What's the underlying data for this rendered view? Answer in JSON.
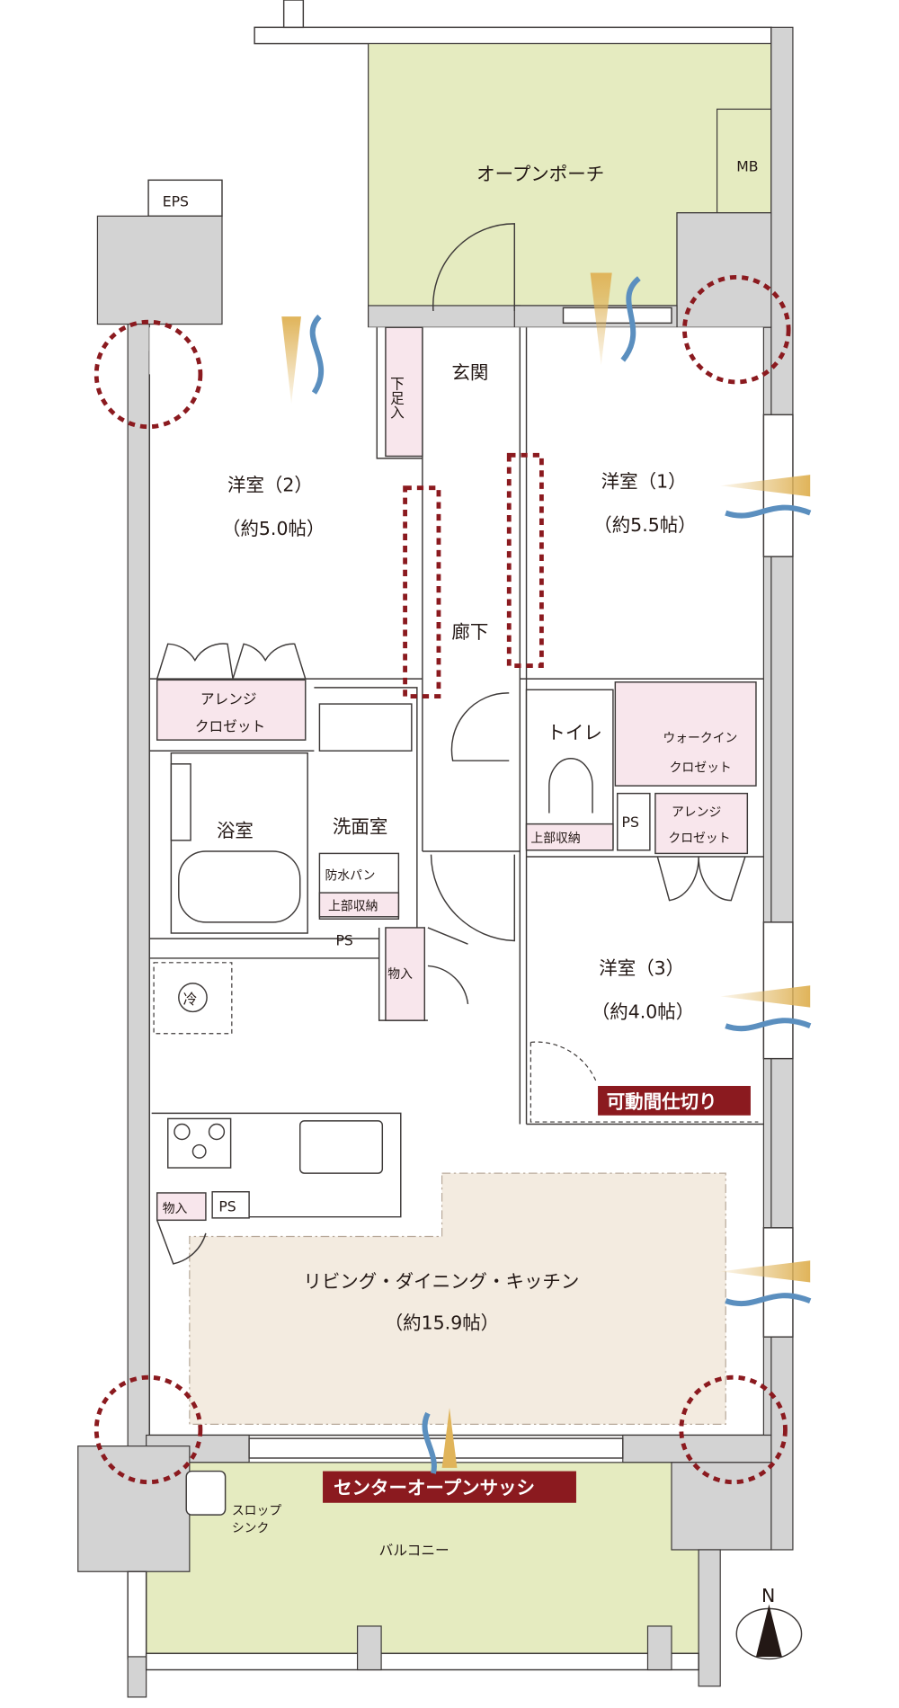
{
  "rooms": {
    "porch": "オープンポーチ",
    "mb": "MB",
    "eps": "EPS",
    "entrance": "玄関",
    "shoe_storage": "下足入",
    "hallway": "廊下",
    "bedroom1": {
      "name": "洋室（1）",
      "size": "（約5.5帖）"
    },
    "bedroom2": {
      "name": "洋室（2）",
      "size": "（約5.0帖）"
    },
    "bedroom3": {
      "name": "洋室（3）",
      "size": "（約4.0帖）"
    },
    "arrange_closet_label1": "アレンジ",
    "arrange_closet_label2": "クロゼット",
    "walkin_label1": "ウォークイン",
    "walkin_label2": "クロゼット",
    "toilet": "トイレ",
    "upper_storage": "上部収納",
    "ps": "PS",
    "bathroom": "浴室",
    "washroom": "洗面室",
    "waterproof_pan": "防水パン",
    "storage": "物入",
    "fridge": "冷",
    "ldk": {
      "name": "リビング・ダイニング・キッチン",
      "size": "（約15.9帖）"
    },
    "slop_sink1": "スロップ",
    "slop_sink2": "シンク",
    "balcony": "バルコニー"
  },
  "banners": {
    "movable_partition": "可動間仕切り",
    "center_open_sash": "センターオープンサッシ"
  },
  "compass": {
    "label": "N"
  },
  "colors": {
    "green": "#e5ebc0",
    "beige": "#f3ebe0",
    "pink": "#f8e6ec",
    "wall": "#d3d3d3",
    "accent_red": "#8b1a1f",
    "wind_yellow": "#e0b45a",
    "wind_blue": "#5b8fbf"
  }
}
